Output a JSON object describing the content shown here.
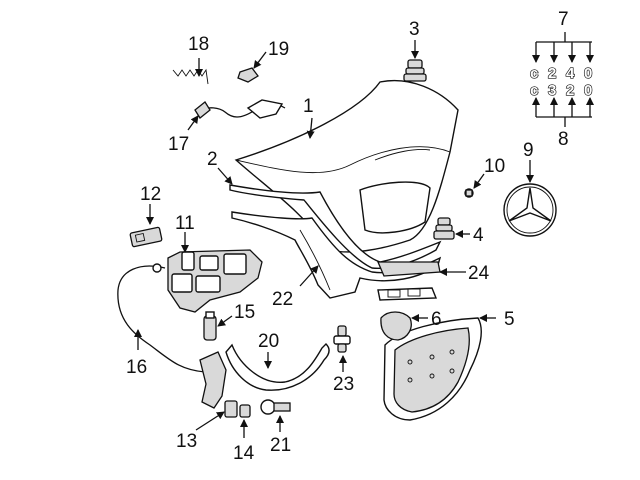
{
  "callouts": {
    "c1": "1",
    "c2": "2",
    "c3": "3",
    "c4": "4",
    "c5": "5",
    "c6": "6",
    "c7": "7",
    "c8": "8",
    "c9": "9",
    "c10": "10",
    "c11": "11",
    "c12": "12",
    "c13": "13",
    "c14": "14",
    "c15": "15",
    "c16": "16",
    "c17": "17",
    "c18": "18",
    "c19": "19",
    "c20": "20",
    "c21": "21",
    "c22": "22",
    "c23": "23",
    "c24": "24"
  },
  "emblems": {
    "c240": [
      "c",
      "2",
      "4",
      "0"
    ],
    "c320": [
      "c",
      "3",
      "2",
      "0"
    ]
  }
}
